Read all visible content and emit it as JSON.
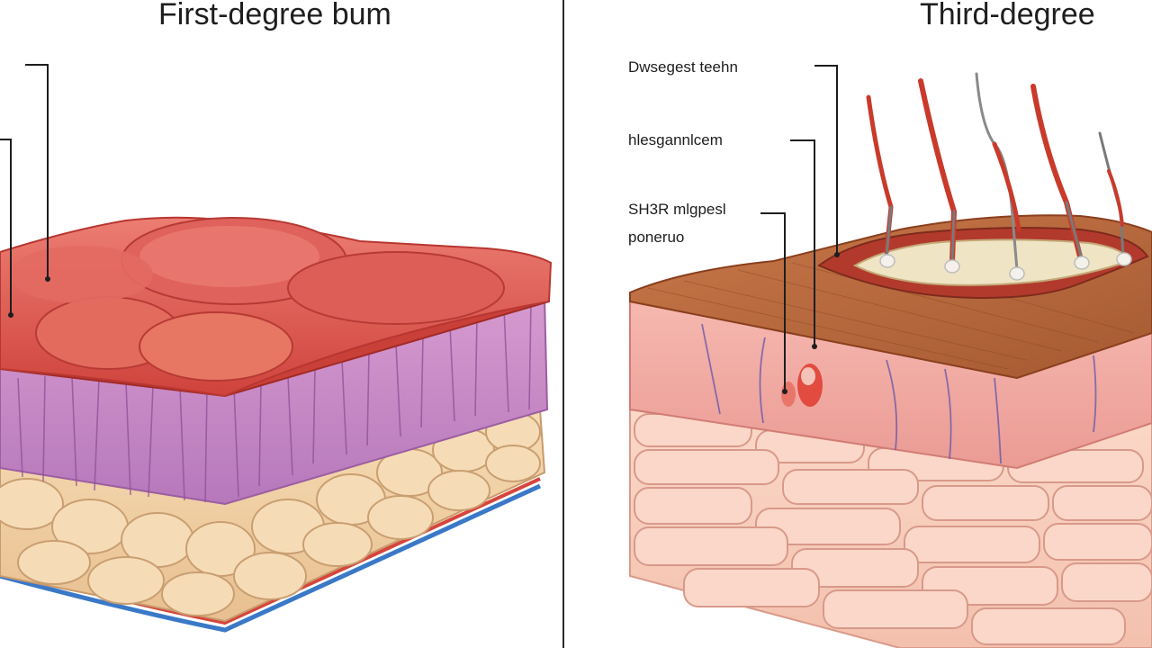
{
  "titles": {
    "left": "First-degree bum",
    "right": "Third-degree"
  },
  "labels": {
    "label_1": "Dwsegest teehn",
    "label_2": "hlesgannlcem",
    "label_3_line1": "SH3R mlgpesl",
    "label_3_line2": "poneruo"
  },
  "colors": {
    "epidermis_red": "#d9504a",
    "dermis_purple": "#c78ac6",
    "fat_tan": "#f2d2a6",
    "burn_brown": "#b7653a",
    "skin_pink": "#f3b1aa",
    "hair_red": "#c93a2b"
  }
}
